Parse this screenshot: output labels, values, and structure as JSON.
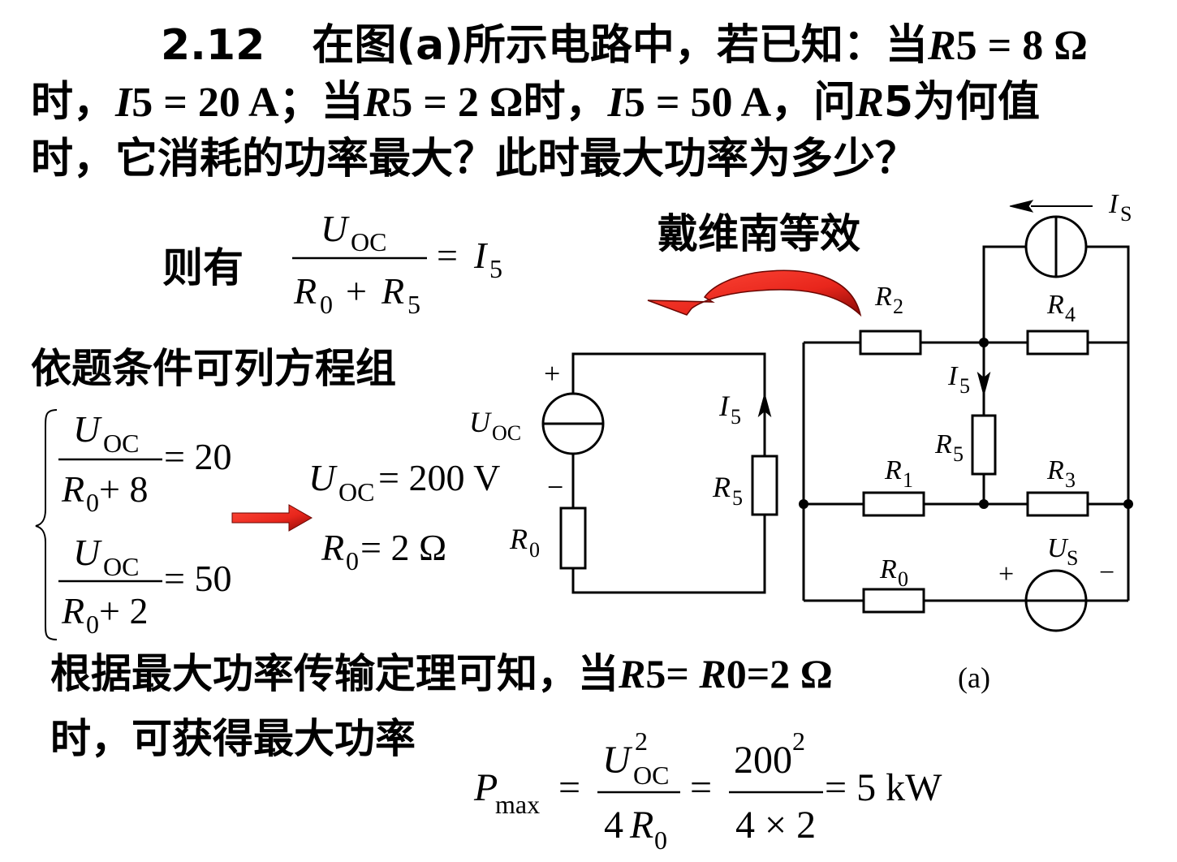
{
  "problem": {
    "number": "2.12",
    "line1_text": "在图(a)所示电路中，若已知：当",
    "line1_eq": "5 = 8 Ω",
    "line2_pre": "时，",
    "line2_i5a": "5 = 20 A；当",
    "line2_r5b": "5 = 2 Ω时，",
    "line2_i5b": "5 = 50 A，问",
    "line2_end": "5为何值",
    "line3": "时，它消耗的功率最大？此时最大功率为多少？"
  },
  "thevenin_label": "戴维南等效",
  "then_label": "则有",
  "conditions_label": "依题条件可列方程组",
  "conclusion": {
    "line1_pre": "根据最大功率传输定理可知，当",
    "line1_r5": "5= ",
    "line1_r0": "0=2 Ω",
    "line1_fig": "(a)",
    "line2": "时，可获得最大功率"
  },
  "equations": {
    "uoc": "U",
    "oc_sub": "OC",
    "r0": "R",
    "sub0": "0",
    "sub5": "5",
    "eq1_den_add": " + 8",
    "eq1_rhs": " = 20",
    "eq2_den_add": " + 2",
    "eq2_rhs": " = 50",
    "result_uoc": " = 200 V",
    "result_r0": " = 2 Ω",
    "pmax": "P",
    "pmax_sub": "max",
    "sq": "2",
    "num_200": "200",
    "den_4x2": "4 × 2",
    "den_4r0": "4",
    "pmax_rhs": " = 5 kW",
    "eq_sign": "=",
    "i5": "I",
    "plus": "+"
  },
  "circuit_thevenin": {
    "uoc": "U",
    "uoc_sub": "OC",
    "plus": "+",
    "minus": "−",
    "i5": "I",
    "r5": "R",
    "r0": "R",
    "sub5": "5",
    "sub0": "0"
  },
  "circuit_a": {
    "is": "I",
    "is_sub": "S",
    "us": "U",
    "us_sub": "S",
    "r": "R",
    "i": "I",
    "sub1": "1",
    "sub2": "2",
    "sub3": "3",
    "sub4": "4",
    "sub5": "5",
    "sub0": "0",
    "plus": "+",
    "minus": "−"
  },
  "colors": {
    "arrow_red": "#e8261c",
    "arrow_dark": "#8a0a06",
    "text": "#000000"
  }
}
